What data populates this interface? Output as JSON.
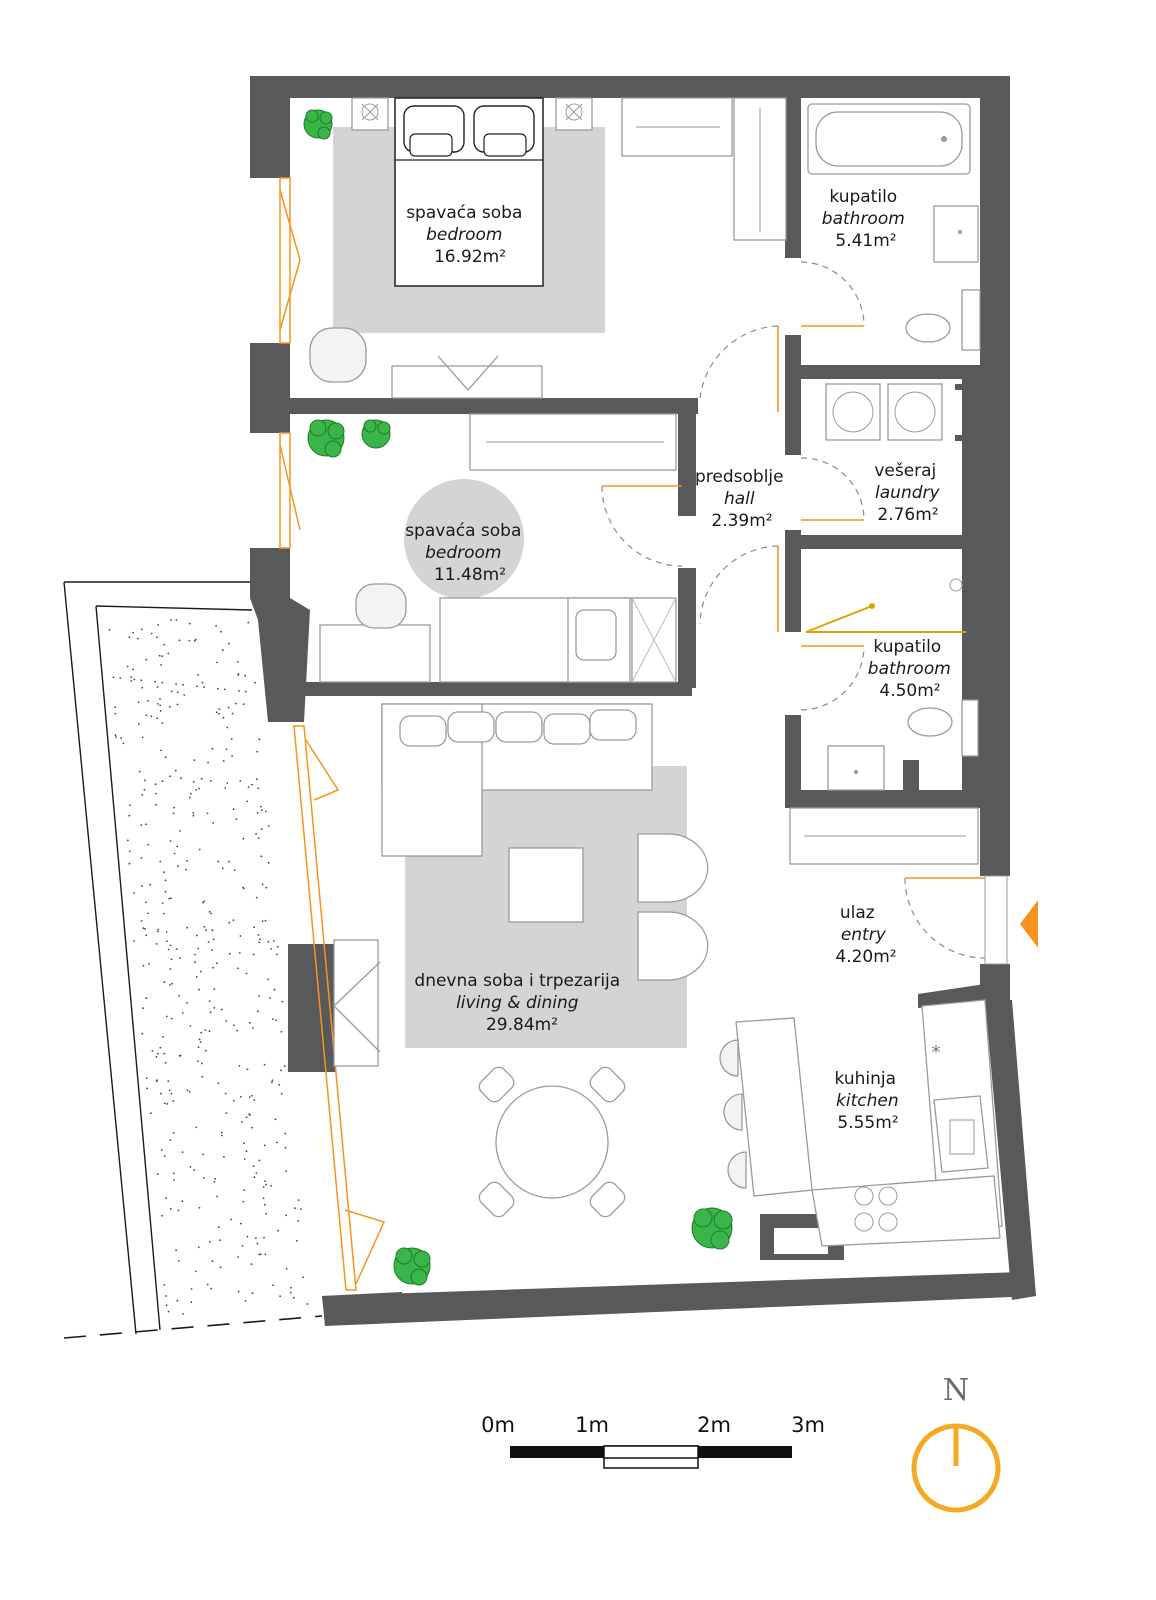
{
  "rooms": [
    {
      "name": "spavaća soba",
      "name_en": "bedroom",
      "area": "16.92m²"
    },
    {
      "name": "kupatilo",
      "name_en": "bathroom",
      "area": "5.41m²"
    },
    {
      "name": "predsoblje",
      "name_en": "hall",
      "area": "2.39m²"
    },
    {
      "name": "spavaća soba",
      "name_en": "bedroom",
      "area": "11.48m²"
    },
    {
      "name": "vešeraj",
      "name_en": "laundry",
      "area": "2.76m²"
    },
    {
      "name": "kupatilo",
      "name_en": "bathroom",
      "area": "4.50m²"
    },
    {
      "name": "ulaz",
      "name_en": "entry",
      "area": "4.20m²"
    },
    {
      "name": "dnevna soba i trpezarija",
      "name_en": "living & dining",
      "area": "29.84m²"
    },
    {
      "name": "kuhinja",
      "name_en": "kitchen",
      "area": "5.55m²"
    }
  ],
  "scale": {
    "labels": [
      "0m",
      "1m",
      "2m",
      "3m"
    ]
  },
  "north": {
    "letter": "N"
  },
  "colors": {
    "wall": "#58595b",
    "accent": "#f7941d",
    "plant": "#39b54a",
    "rug": "#d4d4d4"
  }
}
